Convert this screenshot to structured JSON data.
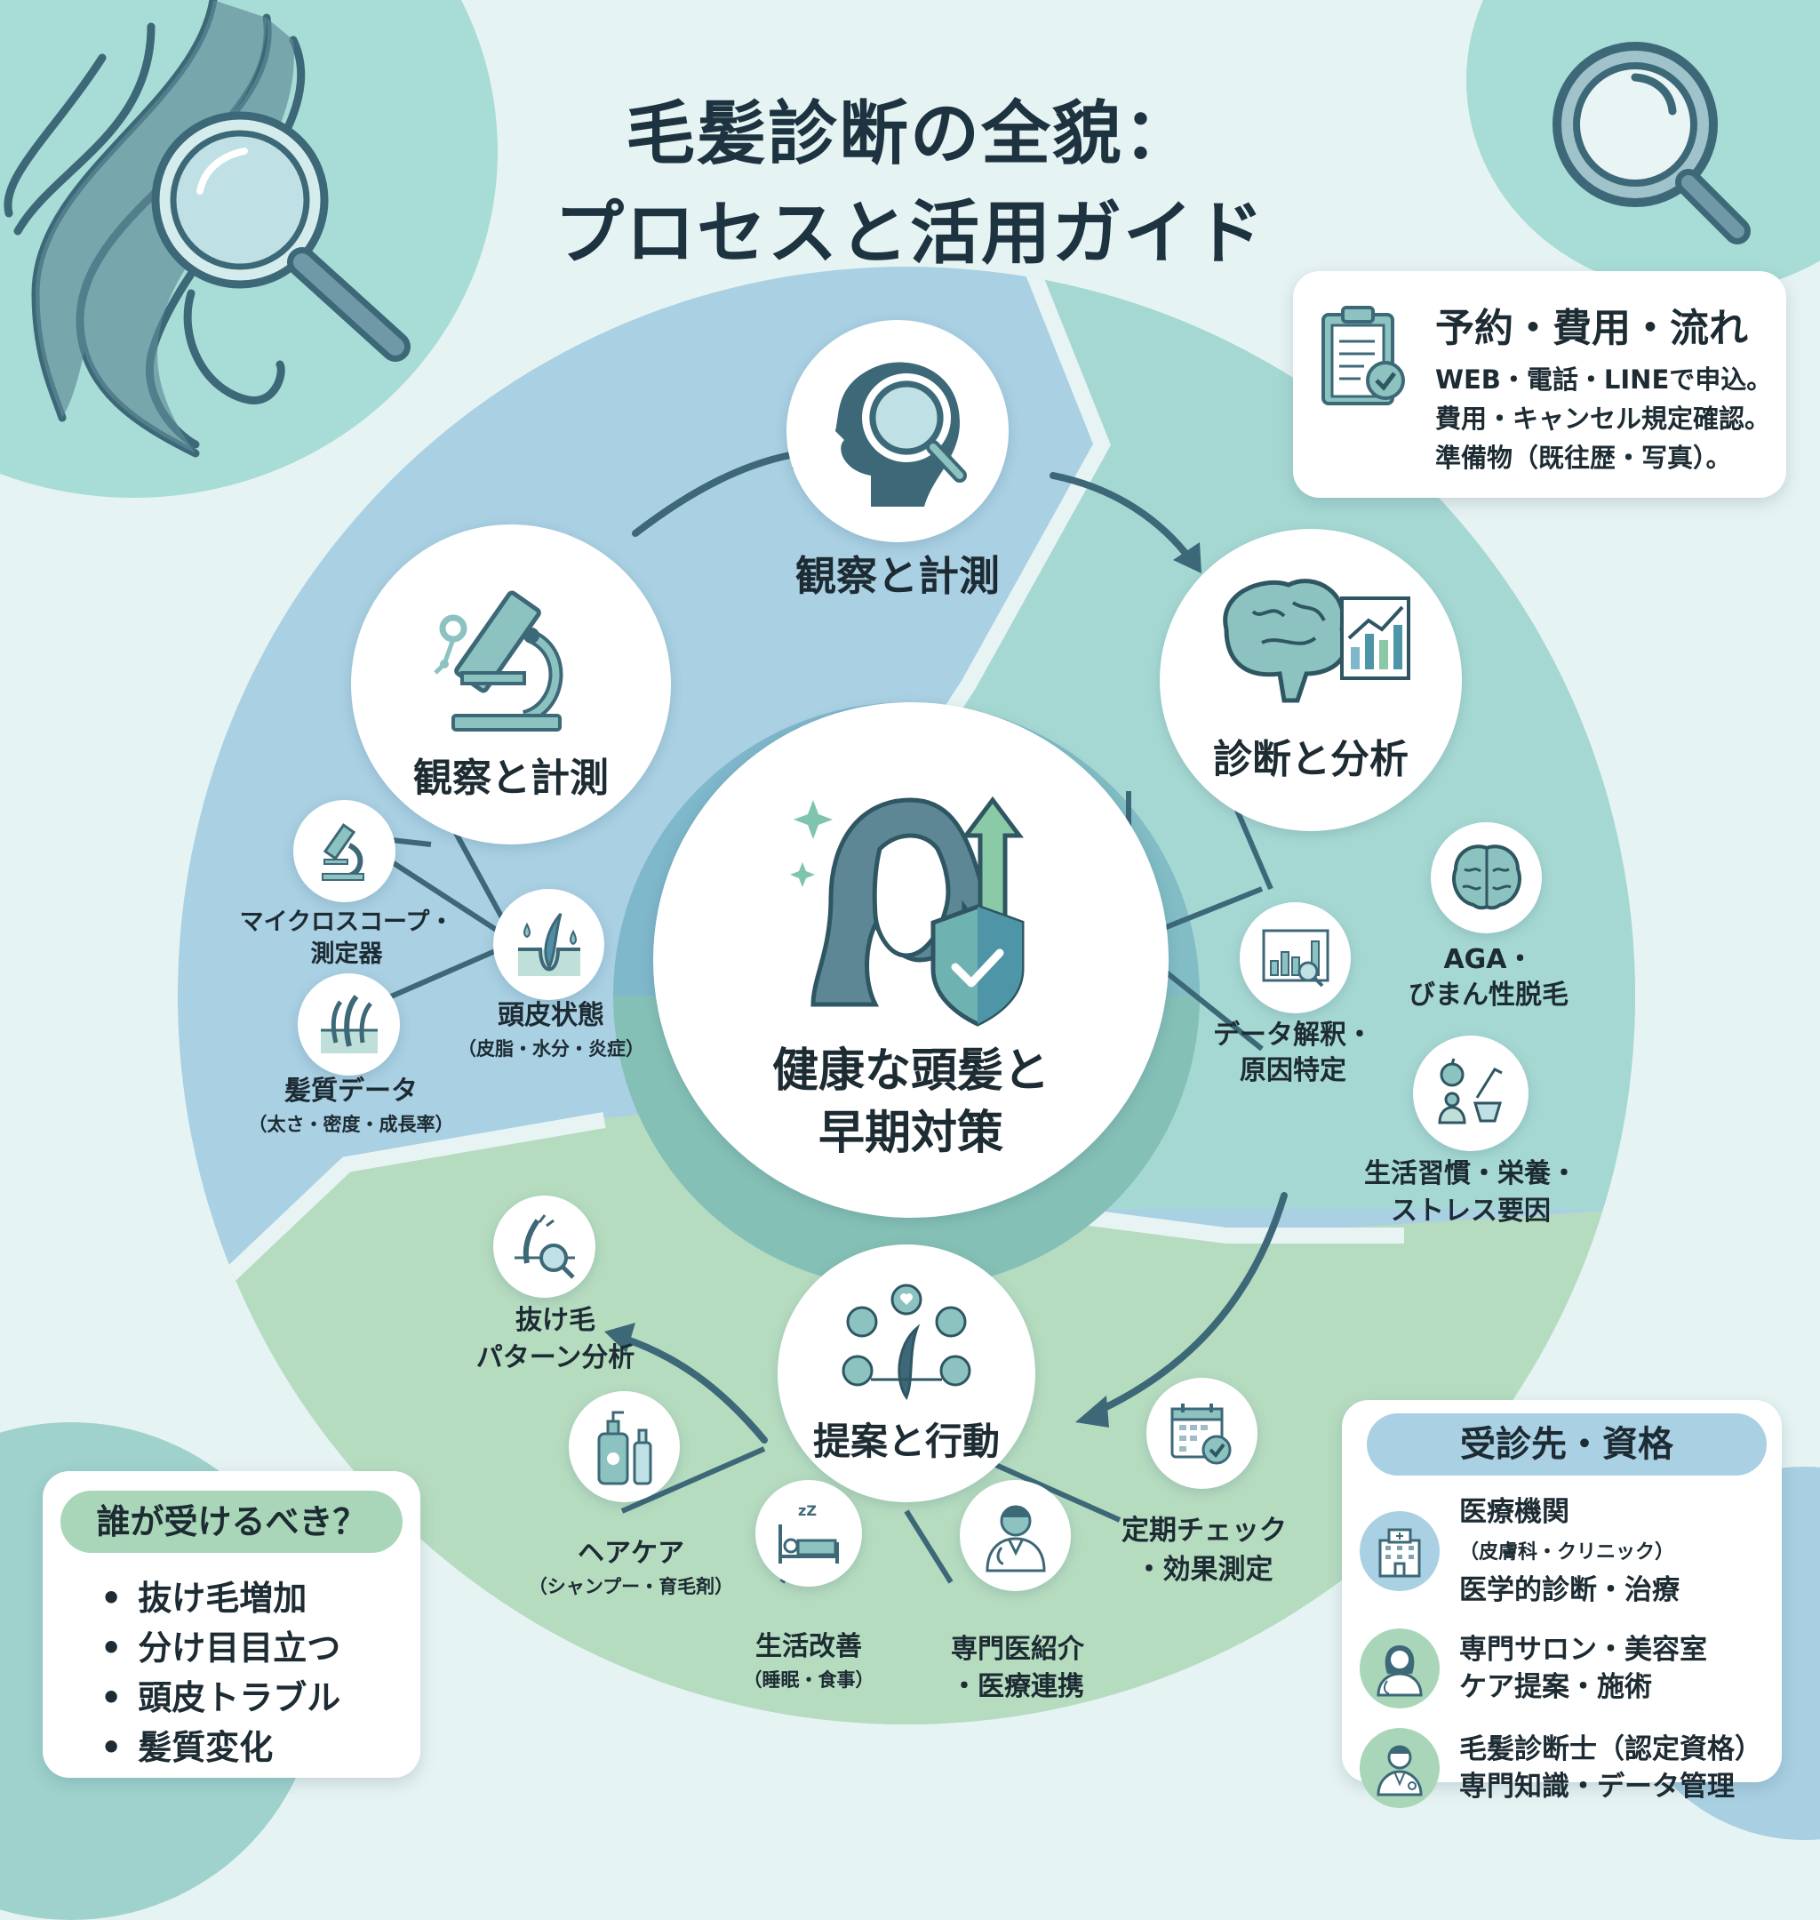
{
  "title": {
    "line1": "毛髪診断の全貌：",
    "line2": "プロセスと活用ガイド"
  },
  "center": {
    "icon": "woman-hair-shield-icon",
    "label_line1": "健康な頭髪と",
    "label_line2": "早期対策"
  },
  "steps": [
    {
      "id": "observe-top",
      "icon": "head-magnifier-icon",
      "label": "観察と計測"
    },
    {
      "id": "observe-left",
      "icon": "microscope-icon",
      "label": "観察と計測",
      "subitems": [
        {
          "icon": "microscope-small-icon",
          "label": "マイクロスコープ・",
          "label2": "測定器"
        },
        {
          "icon": "scalp-droplet-icon",
          "label": "頭皮状態",
          "label2": "（皮脂・水分・炎症）"
        },
        {
          "icon": "hair-follicle-icon",
          "label": "髪質データ",
          "label2": "（太さ・密度・成長率）"
        }
      ]
    },
    {
      "id": "diagnose",
      "icon": "brain-chart-icon",
      "label": "診断と分析",
      "subitems": [
        {
          "icon": "chart-magnifier-icon",
          "label": "データ解釈・",
          "label2": "原因特定"
        },
        {
          "icon": "brain-icon",
          "label": "AGA・",
          "label2": "びまん性脱毛"
        },
        {
          "icon": "nutrition-lifestyle-icon",
          "label": "生活習慣・栄養・",
          "label2": "ストレス要因"
        }
      ]
    },
    {
      "id": "action",
      "icon": "hair-strand-bubbles-icon",
      "label": "提案と行動",
      "subitems": [
        {
          "icon": "hair-loss-magnifier-icon",
          "label": "抜け毛",
          "label2": "パターン分析"
        },
        {
          "icon": "shampoo-bottles-icon",
          "label": "ヘアケア",
          "label2": "（シャンプー・育毛剤）"
        },
        {
          "icon": "sleep-bed-icon",
          "label": "生活改善",
          "label2": "（睡眠・食事）"
        },
        {
          "icon": "doctor-icon",
          "label": "専門医紹介",
          "label2": "・医療連携"
        },
        {
          "icon": "calendar-check-icon",
          "label": "定期チェック",
          "label2": "・効果測定"
        }
      ]
    }
  ],
  "booking_card": {
    "icon": "clipboard-check-icon",
    "title": "予約・費用・流れ",
    "lines": [
      "WEB・電話・LINEで申込。",
      "費用・キャンセル規定確認。",
      "準備物（既往歴・写真）。"
    ]
  },
  "who_card": {
    "title": "誰が受けるべき？",
    "items": [
      "抜け毛増加",
      "分け目目立つ",
      "頭皮トラブル",
      "髪質変化"
    ]
  },
  "where_card": {
    "title": "受診先・資格",
    "items": [
      {
        "icon": "hospital-icon",
        "line1": "医療機関",
        "paren": "（皮膚科・クリニック）",
        "line2": "医学的診断・治療"
      },
      {
        "icon": "female-specialist-icon",
        "line1": "専門サロン・美容室",
        "paren": "",
        "line2": "ケア提案・施術"
      },
      {
        "icon": "male-specialist-icon",
        "line1": "毛髪診断士（認定資格）",
        "paren": "",
        "line2": "専門知識・データ管理"
      }
    ]
  },
  "colors": {
    "background": "#e6f3f3",
    "segment_blue": "#a9d0e3",
    "segment_teal": "#a6d8d3",
    "segment_green": "#b6dcc0",
    "inner_ring": "#7fb7cb",
    "icon_dark": "#3d6878",
    "icon_teal": "#8cc3c0",
    "text_dark": "#1d2b33",
    "pill_green": "#a9d6b8",
    "pill_blue": "#a9d0e3"
  }
}
